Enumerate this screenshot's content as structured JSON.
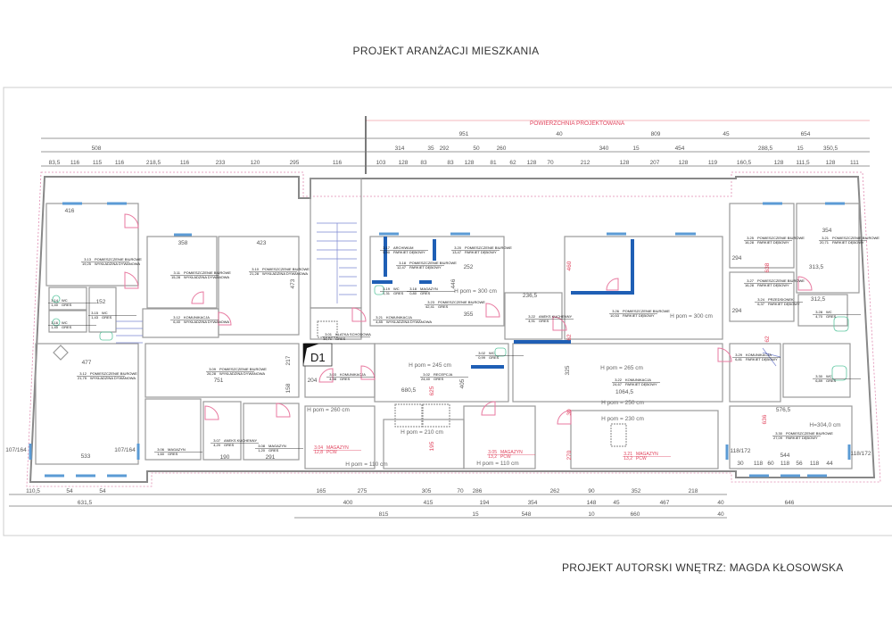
{
  "header": {
    "title": "PROJEKT ARANŻACJI MIESZKANIA",
    "designed_area_label": "POWIERZCHNIA PROJEKTOWANA"
  },
  "footer": {
    "author": "PROJEKT AUTORSKI WNĘTRZ: MAGDA KŁOSOWSKA"
  },
  "colors": {
    "walls": "#9a9a9a",
    "new_walls": "#1f5fb5",
    "doors": "#e87aa0",
    "red_dims": "#e0405a"
  },
  "marker": "D1",
  "dims_top": {
    "row1": [
      "951",
      "40",
      "809",
      "45",
      "654"
    ],
    "row2": [
      "508",
      "314",
      "35",
      "292",
      "50",
      "260",
      "340",
      "15",
      "454",
      "288,5",
      "15",
      "350,5"
    ],
    "row3": [
      "83,5",
      "116",
      "115",
      "116",
      "218,5",
      "116",
      "233",
      "120",
      "295",
      "116",
      "103",
      "128",
      "83",
      "83",
      "128",
      "81",
      "62",
      "128",
      "70",
      "212",
      "128",
      "207",
      "128",
      "119",
      "160,5",
      "128",
      "111,5",
      "128",
      "111"
    ]
  },
  "dims_bottom": {
    "row1": [
      "110,5",
      "54",
      "54",
      "165",
      "275",
      "305",
      "70",
      "286",
      "262",
      "90",
      "352",
      "218"
    ],
    "row2": [
      "631,5",
      "400",
      "415",
      "194",
      "354",
      "148",
      "45",
      "467",
      "40",
      "646"
    ],
    "row3": [
      "815",
      "15",
      "548",
      "10",
      "660",
      "40"
    ]
  },
  "dims_inner": [
    "416",
    "358",
    "423",
    "473",
    "152",
    "477",
    "751",
    "533",
    "107/164",
    "107/164",
    "190",
    "291",
    "252",
    "446",
    "355",
    "236,5",
    "204",
    "680,5",
    "405",
    "325",
    "1064,5",
    "354",
    "294",
    "313,5",
    "294",
    "312,5",
    "576,5",
    "544",
    "118/172",
    "118/172",
    "30",
    "118",
    "60",
    "118",
    "56",
    "118",
    "44",
    "217",
    "158"
  ],
  "dims_red": [
    "460",
    "62",
    "638",
    "62",
    "636",
    "625",
    "195",
    "270",
    "30"
  ],
  "heights": [
    "H pom = 300 cm",
    "H pom = 300 cm",
    "H pom = 245 cm",
    "H pom = 265 cm",
    "H pom = 250 cm",
    "H pom = 260 cm",
    "H pom = 230 cm",
    "H pom = 210 cm",
    "H pom = 110 cm",
    "H pom = 110 cm",
    "H=304,0 cm"
  ],
  "rooms": [
    {
      "no": "3.13",
      "area": "19,25",
      "name": "POMIESZCZENIE BIUROWE",
      "finish": "WYKŁADZINA DYWANOWA"
    },
    {
      "no": "3.11",
      "area": "15,28",
      "name": "POMIESZCZENIE BIUROWE",
      "finish": "WYKŁADZINA DYWANOWA"
    },
    {
      "no": "3.10",
      "area": "21,28",
      "name": "POMIESZCZENIE BIUROWE",
      "finish": "WYKŁADZINA DYWANOWA"
    },
    {
      "no": "3.14",
      "area": "1,40",
      "name": "WC",
      "finish": "GRES"
    },
    {
      "no": "3.15",
      "area": "1,43",
      "name": "WC",
      "finish": "GRES"
    },
    {
      "no": "3.16",
      "area": "1,40",
      "name": "WC",
      "finish": "GRES"
    },
    {
      "no": "3.12",
      "area": "6,40",
      "name": "KOMUNIKACJA",
      "finish": "WYKŁADZINA DYWANOWA"
    },
    {
      "no": "3.12",
      "area": "21,75",
      "name": "POMIESZCZENIE BIUROWE",
      "finish": "WYKŁADZINA DYWANOWA"
    },
    {
      "no": "3.09",
      "area": "26,28",
      "name": "POMIESZCZENIE BIUROWE",
      "finish": "WYKŁADZINA DYWANOWA"
    },
    {
      "no": "3.07",
      "area": "4,20",
      "name": "ANEKS KUCHENNY",
      "finish": "GRES"
    },
    {
      "no": "3.06",
      "area": "1,60",
      "name": "MAGAZYN",
      "finish": "GRES"
    },
    {
      "no": "3.08",
      "area": "1,20",
      "name": "MAGAZYN",
      "finish": "GRES"
    },
    {
      "no": "3.17",
      "area": "5,90",
      "name": "ARCHIWUM",
      "finish": "PARKIET DĘBOWY"
    },
    {
      "no": "3.18",
      "area": "12,47",
      "name": "POMIESZCZENIE BIUROWE",
      "finish": "PARKIET DĘBOWY"
    },
    {
      "no": "3.20",
      "area": "13,47",
      "name": "POMIESZCZENIE BIUROWE",
      "finish": "PARKIET DĘBOWY"
    },
    {
      "no": "3.19",
      "area": "1,31",
      "name": "WC",
      "finish": "GRES"
    },
    {
      "no": "3.18",
      "area": "0,80",
      "name": "MAGAZYN",
      "finish": "GRES"
    },
    {
      "no": "3.21",
      "area": "4,85",
      "name": "KOMUNIKACJA",
      "finish": "WYKŁADZINA DYWANOWA"
    },
    {
      "no": "3.22",
      "area": "4,91",
      "name": "ANEKS KUCHENNY",
      "finish": "GRES"
    },
    {
      "no": "3.01",
      "area": "10,71",
      "name": "KLATKA SCHODOWA",
      "finish": "GRES"
    },
    {
      "no": "3.23",
      "area": "42,41",
      "name": "POMIESZCZENIE BIUROWE",
      "finish": "GRES"
    },
    {
      "no": "3.25",
      "area": "16,28",
      "name": "POMIESZCZENIE BIUROWE",
      "finish": "PARKIET DĘBOWY"
    },
    {
      "no": "3.21",
      "area": "20,71",
      "name": "POMIESZCZENIE BIUROWE",
      "finish": "PARKIET DĘBOWY"
    },
    {
      "no": "3.26",
      "area": "10,53",
      "name": "POMIESZCZENIE BIUROWE",
      "finish": "PARKIET DĘBOWY"
    },
    {
      "no": "3.27",
      "area": "16,28",
      "name": "POMIESZCZENIE BIUROWE",
      "finish": "PARKIET DĘBOWY"
    },
    {
      "no": "3.24",
      "area": "6,37",
      "name": "PRZEDSIONEK",
      "finish": "PARKIET DĘBOWY"
    },
    {
      "no": "3.28",
      "area": "4,70",
      "name": "WC",
      "finish": "GRES"
    },
    {
      "no": "3.03",
      "area": "4,98",
      "name": "KOMUNIKACJA",
      "finish": "GRES"
    },
    {
      "no": "3.02",
      "area": "24,40",
      "name": "RECEPCJA",
      "finish": "GRES"
    },
    {
      "no": "3.02",
      "area": "0,99",
      "name": "WC",
      "finish": "GRES"
    },
    {
      "no": "3.22",
      "area": "24,67",
      "name": "KOMUNIKACJA",
      "finish": "PARKIET DĘBOWY"
    },
    {
      "no": "3.29",
      "area": "6,81",
      "name": "KOMUNIKACJA",
      "finish": "PARKIET DĘBOWY"
    },
    {
      "no": "3.30",
      "area": "6,89",
      "name": "WC",
      "finish": "GRES"
    },
    {
      "no": "3.30",
      "area": "27,09",
      "name": "POMIESZCZENIE BIUROWE",
      "finish": "PARKIET DĘBOWY"
    },
    {
      "no": "3.04",
      "area": "12,8",
      "name": "MAGAZYN",
      "finish": "PCW",
      "red": true
    },
    {
      "no": "3.05",
      "area": "13,2",
      "name": "MAGAZYN",
      "finish": "PCW",
      "red": true
    },
    {
      "no": "3.21",
      "area": "13,2",
      "name": "MAGAZYN",
      "finish": "PCW",
      "red": true
    }
  ]
}
